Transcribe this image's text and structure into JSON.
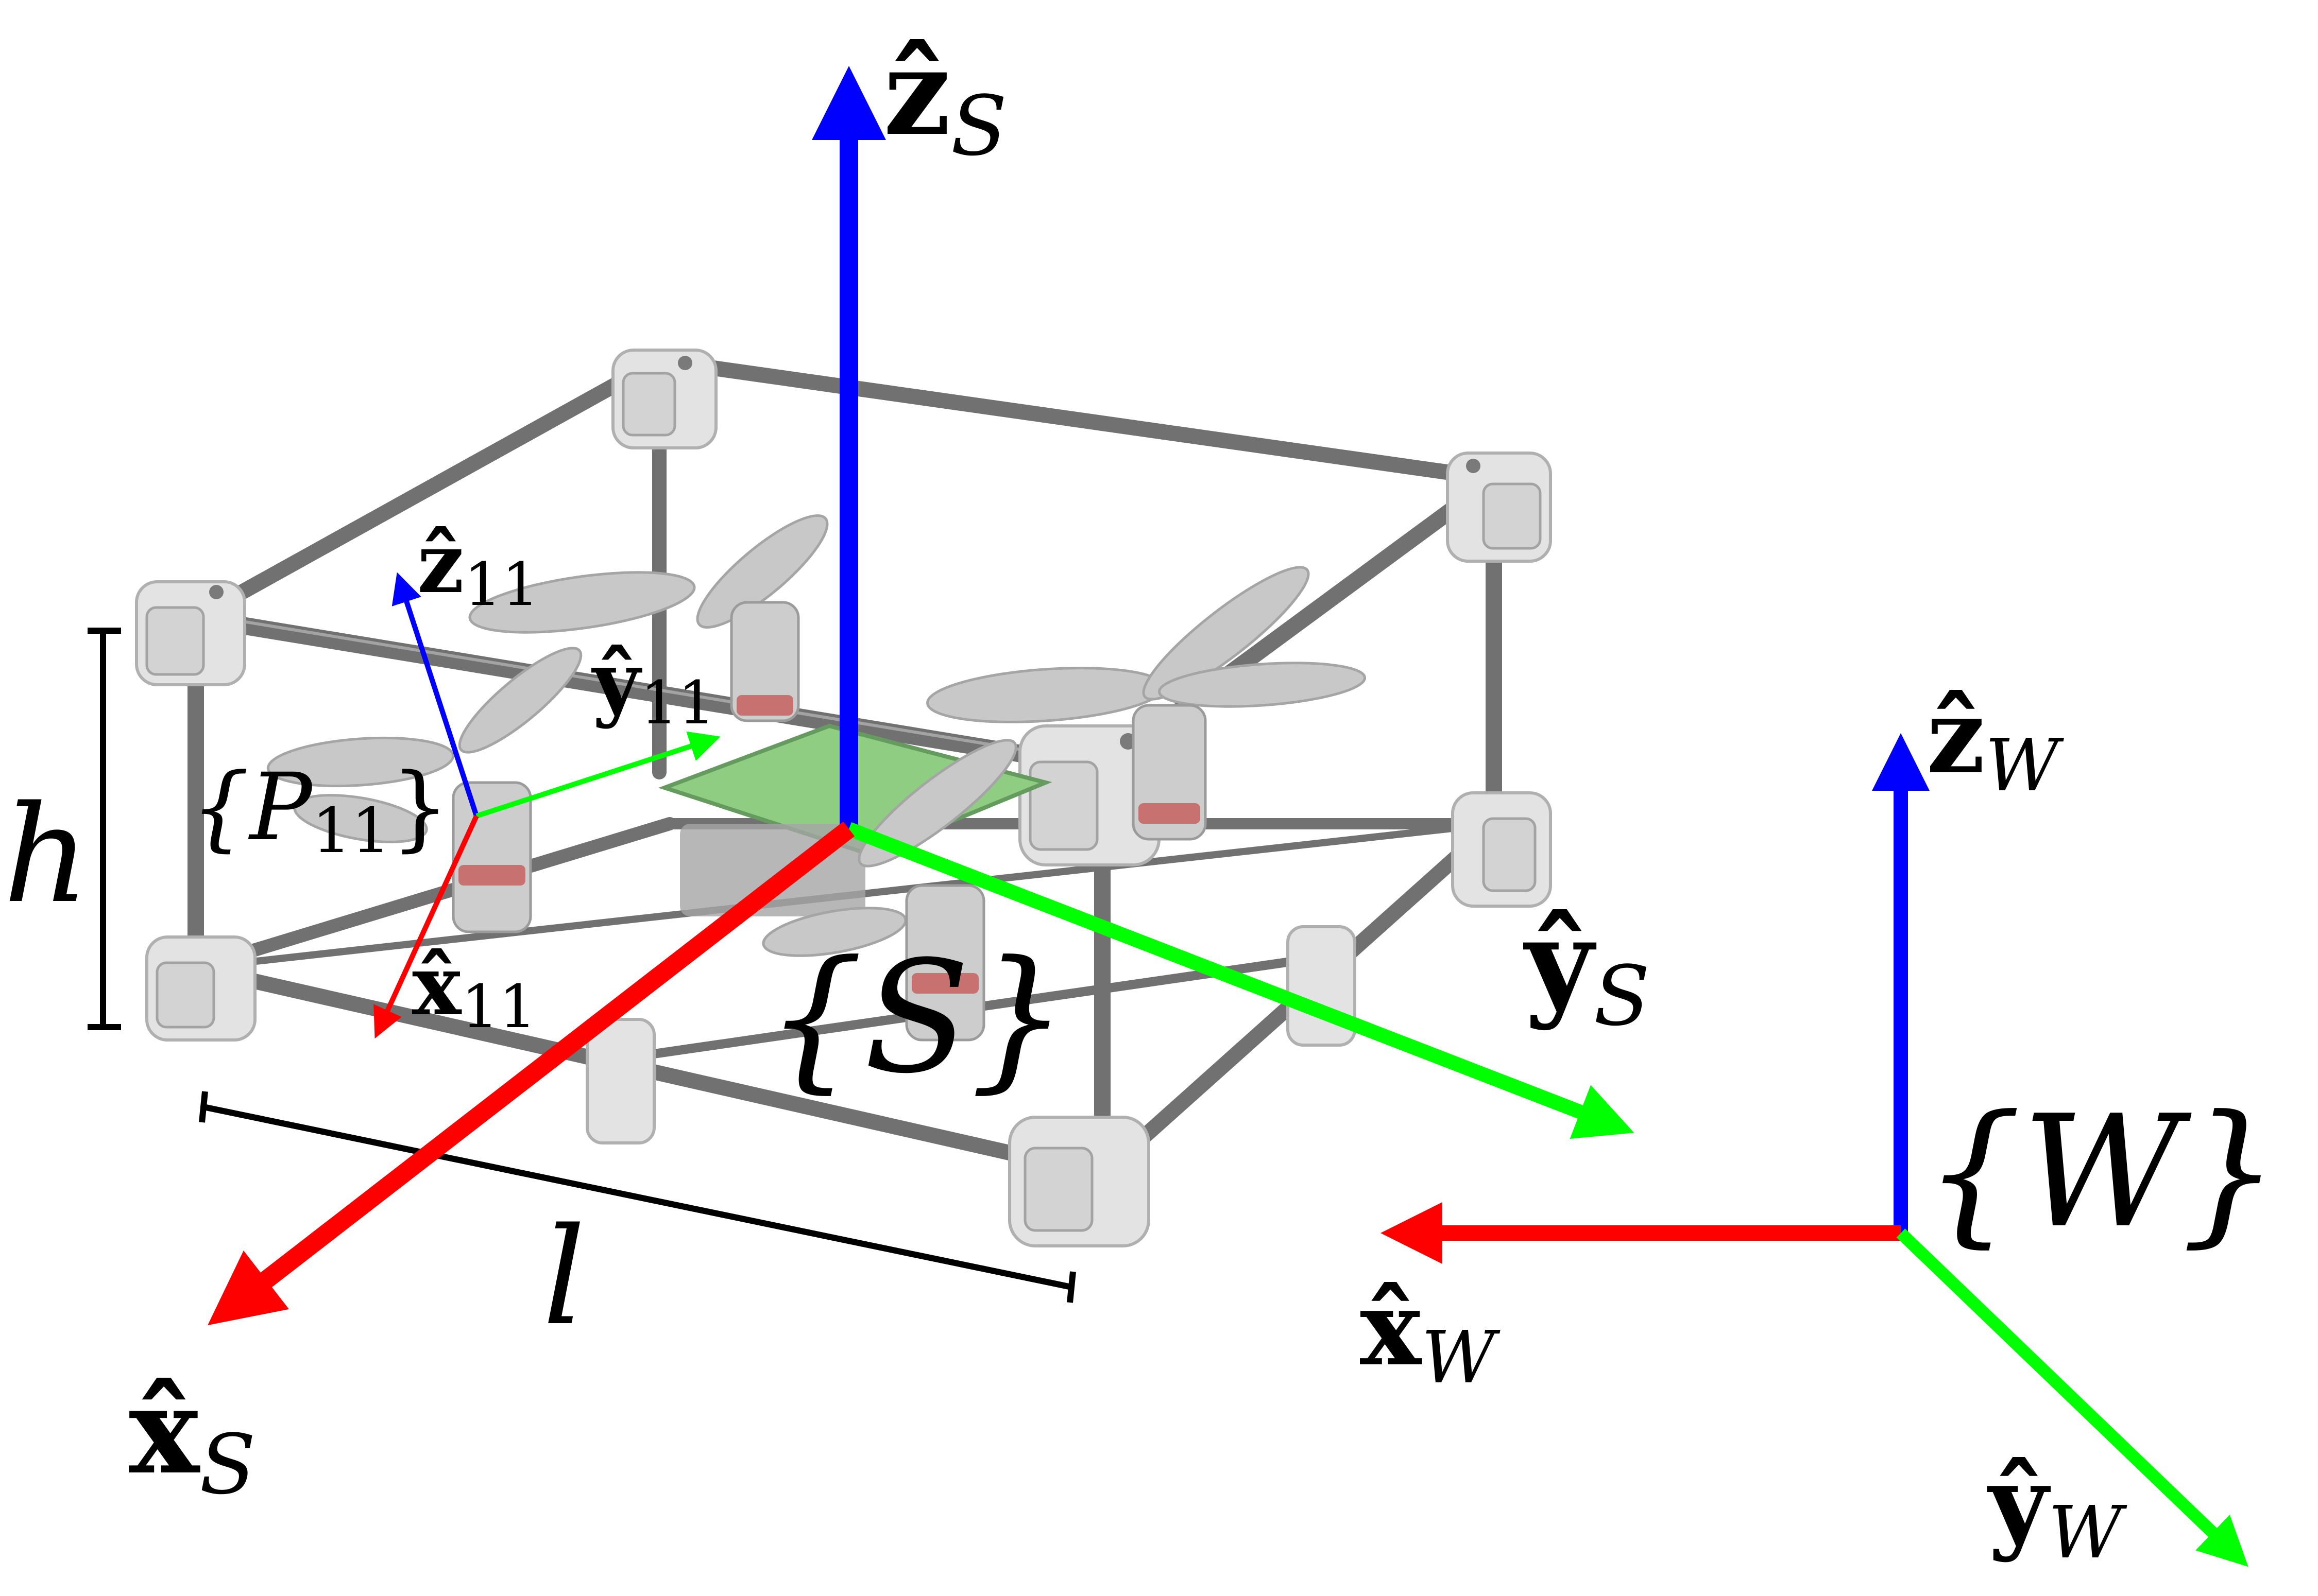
{
  "colors": {
    "x_axis": "#ff0000",
    "y_axis": "#00ff00",
    "z_axis": "#0000ff",
    "pcb": "#6fbf5f",
    "frame": "#4a4a4a",
    "background": "#ffffff"
  },
  "frames": {
    "S": {
      "label": "{S}",
      "axes": {
        "x": "x̂",
        "y": "ŷ",
        "z": "ẑ",
        "subscript": "S"
      }
    },
    "W": {
      "label": "{W}",
      "axes": {
        "x": "x̂",
        "y": "ŷ",
        "z": "ẑ",
        "subscript": "W"
      }
    },
    "P11": {
      "label": "{P",
      "label_sub": "11",
      "label_close": "}",
      "axes": {
        "x": "x̂",
        "y": "ŷ",
        "z": "ẑ",
        "subscript": "11"
      }
    }
  },
  "dimensions": {
    "height": "h",
    "length": "l"
  },
  "icons": {
    "vehicle": "caged-quadrotor-icon",
    "propeller": "propeller-icon"
  }
}
